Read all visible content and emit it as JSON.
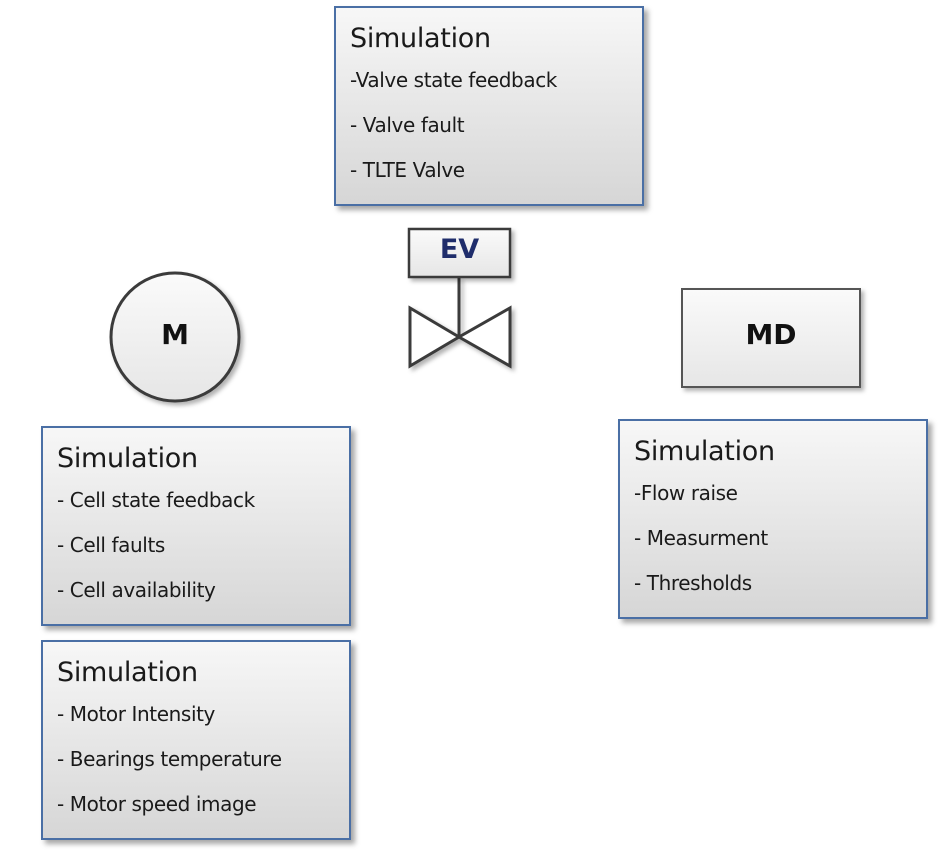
{
  "diagram": {
    "components": {
      "motor": {
        "label": "M"
      },
      "valve_actuator": {
        "label": "EV",
        "color": "#1f2d6b"
      },
      "measurement_device": {
        "label": "MD"
      }
    },
    "boxes": {
      "valve": {
        "title": "Simulation",
        "items": [
          "-Valve state feedback",
          "- Valve fault",
          "- TLTE Valve"
        ]
      },
      "cell": {
        "title": "Simulation",
        "items": [
          "- Cell state feedback",
          "- Cell faults",
          "- Cell availability"
        ]
      },
      "motor": {
        "title": "Simulation",
        "items": [
          "- Motor Intensity",
          "- Bearings temperature",
          "- Motor speed image"
        ]
      },
      "md": {
        "title": "Simulation",
        "items": [
          "-Flow raise",
          "- Measurment",
          "- Thresholds"
        ]
      }
    },
    "colors": {
      "box_border": "#4a6fa5",
      "line": "#3a3a3a"
    }
  }
}
